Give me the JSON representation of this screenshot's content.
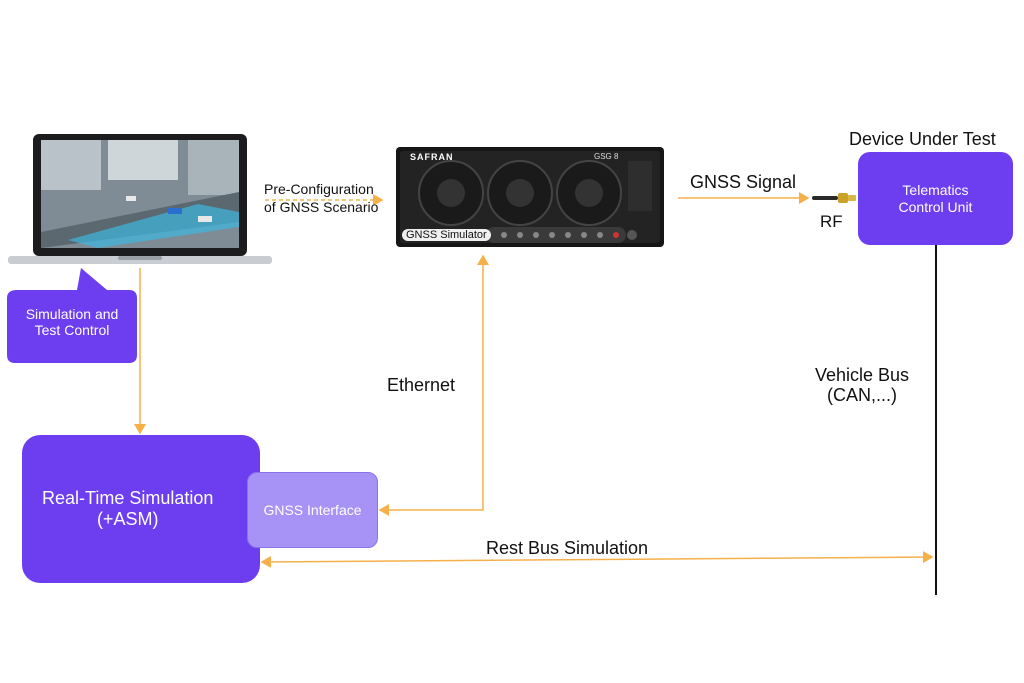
{
  "labels": {
    "device_under_test": "Device Under Test",
    "telematics_unit": "Telematics\nControl Unit",
    "pre_configuration": "Pre-Configuration\nof GNSS Scenario",
    "gnss_signal": "GNSS Signal",
    "rf": "RF",
    "ethernet": "Ethernet",
    "vehicle_bus": "Vehicle Bus\n(CAN,...)",
    "sim_test_control": "Simulation and\nTest Control",
    "realtime_sim": "Real-Time Simulation\n(+ASM)",
    "gnss_interface": "GNSS Interface",
    "rest_bus": "Rest Bus Simulation",
    "simulator_brand": "SAFRAN",
    "simulator_model": "GSG 8",
    "simulator_caption": "GNSS Simulator"
  },
  "colors": {
    "box_purple": "#6d3df0",
    "interface_lavender": "#a693f5",
    "arrow_orange": "#f5b04a",
    "bus_line": "#111111"
  },
  "icons": {
    "laptop": "laptop-icon",
    "simulator": "gnss-simulator-icon",
    "antenna": "rf-antenna-icon"
  }
}
